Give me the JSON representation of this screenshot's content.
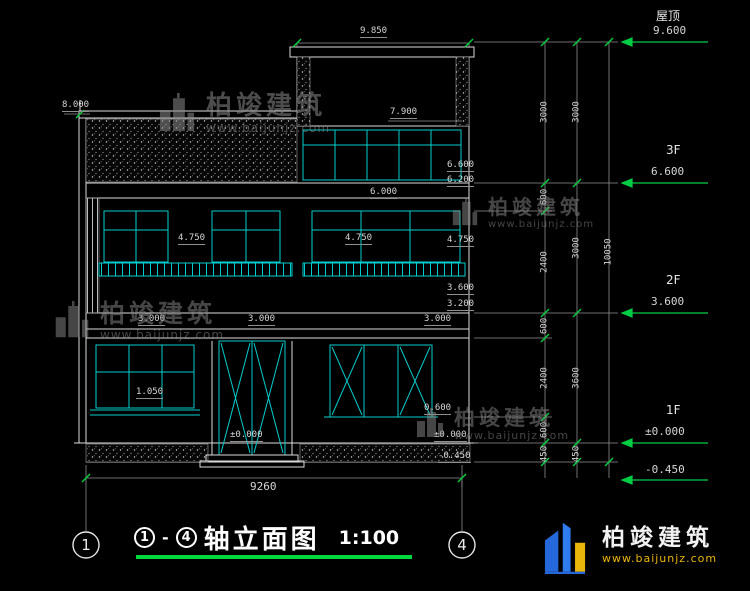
{
  "watermark": {
    "brand": "柏竣建筑",
    "url": "www.baijunjz.com"
  },
  "brand": {
    "name": "柏竣建筑",
    "url": "www.baijunjz.com"
  },
  "title_bar": {
    "axis_start": "1",
    "separator": "-",
    "axis_end": "4",
    "title": "轴立面图",
    "scale": "1:100"
  },
  "axis_bubbles": {
    "left": "1",
    "right": "4"
  },
  "right_markers": [
    {
      "label": "屋顶",
      "elev": "9.600"
    },
    {
      "label": "3F",
      "elev": "6.600"
    },
    {
      "label": "2F",
      "elev": "3.600"
    },
    {
      "label": "1F",
      "elev": "±0.000"
    },
    {
      "label": "",
      "elev": "-0.450"
    }
  ],
  "elev_labels": {
    "top_left": "8.000",
    "roof_top": "9.850",
    "roof_inner": "7.900",
    "l6600": "6.600",
    "l6200": "6.200",
    "l6000": "6.000",
    "l4750_left": "4.750",
    "l4750_mid": "4.750",
    "l4750_right": "4.750",
    "l3600": "3.600",
    "l3200": "3.200",
    "l3000_left": "3.000",
    "l3000_mid": "3.000",
    "l3000_right": "3.000",
    "l1050": "1.050",
    "l0600": "0.600",
    "zero_left": "±0.000",
    "zero_right": "±0.000",
    "neg450": "-0.450"
  },
  "chains": {
    "inner": [
      "3000",
      "600",
      "2400",
      "600",
      "2400",
      "600",
      "450"
    ],
    "mid": [
      "3000",
      "3000",
      "3600",
      "450"
    ],
    "total": "10050"
  },
  "bottom_dim": "9260",
  "colors": {
    "window": "#00cdcd",
    "structure": "#dcdcdc",
    "dimension": "#8f8f8f",
    "tick_green": "#00d13c",
    "title_underline": "#00d83c",
    "logo_blue": "#2468d9",
    "logo_yellow": "#e9b60c"
  }
}
